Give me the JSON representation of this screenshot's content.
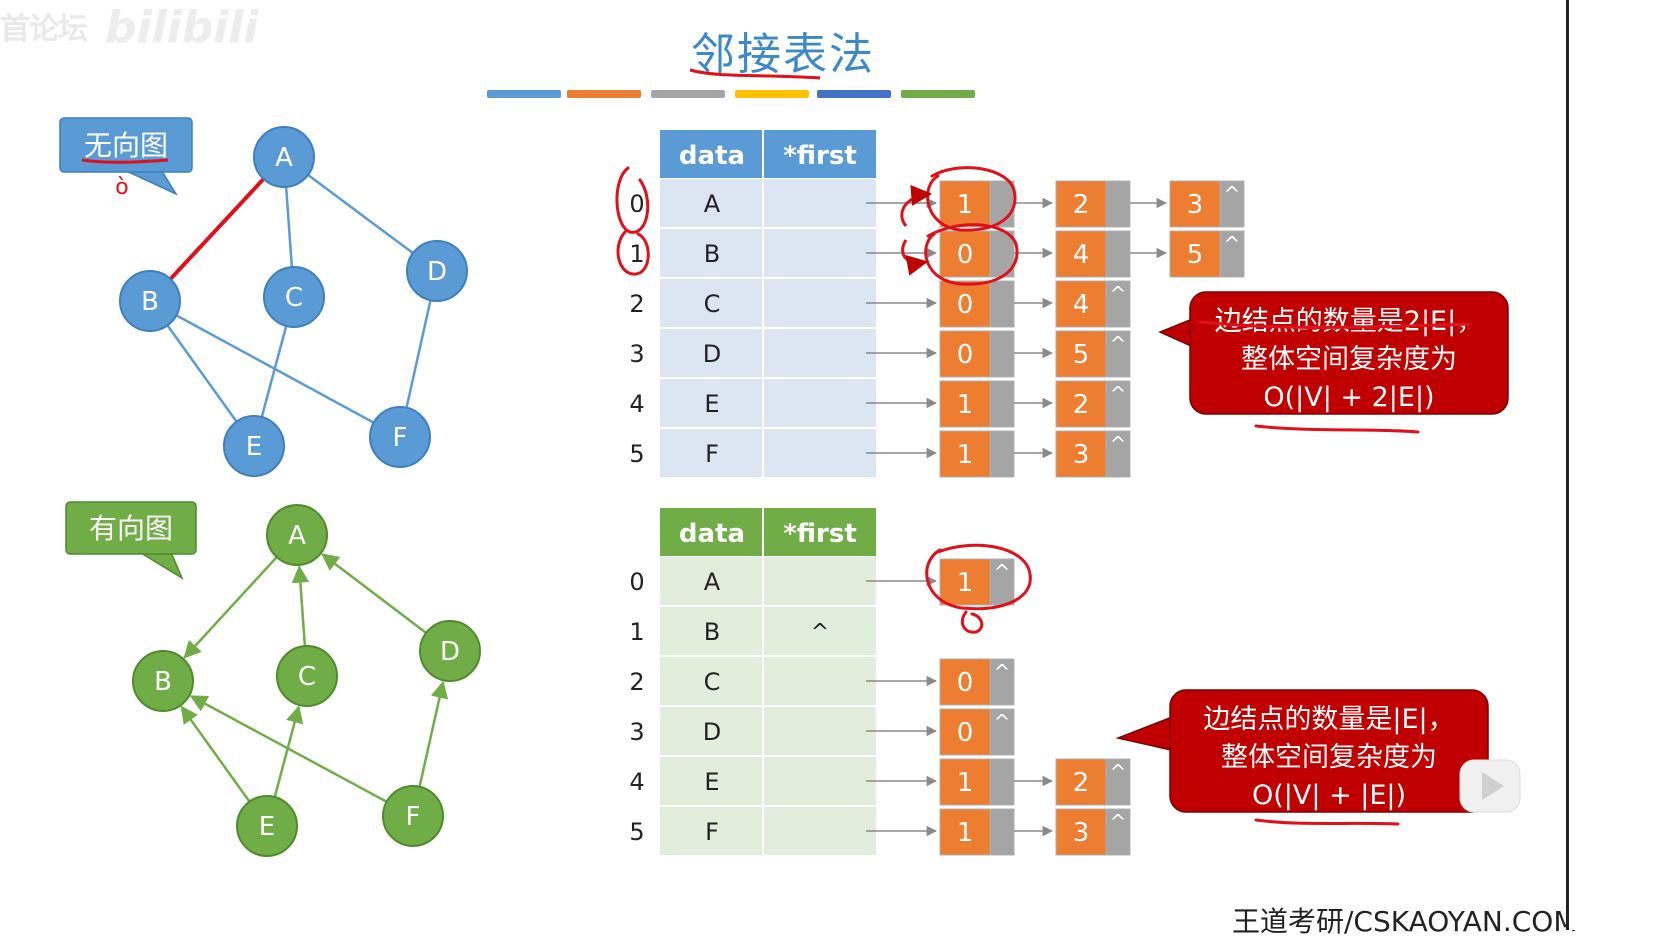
{
  "watermark": {
    "text": "首论坛"
  },
  "title": "邻接表法",
  "footer": "王道考研/CSKAOYAN.COM",
  "colors": {
    "blue": "#5b9bd5",
    "blue_dark": "#3d7fbf",
    "green": "#70ad47",
    "green_dark": "#4f8a2c",
    "orange": "#ed7d31",
    "gray": "#a5a5a5",
    "red": "#c00000",
    "header_blue": "#5b9bd5",
    "header_green": "#70ad47",
    "row_blue": "#dce6f2",
    "row_green": "#e2eedc",
    "bars": [
      "#5b9bd5",
      "#ed7d31",
      "#a5a5a5",
      "#ffc000",
      "#4472c4",
      "#70ad47"
    ]
  },
  "undirected": {
    "label": "无向图",
    "annotation": "ò",
    "nodes": [
      "A",
      "B",
      "C",
      "D",
      "E",
      "F"
    ],
    "edges": [
      [
        "A",
        "B"
      ],
      [
        "A",
        "C"
      ],
      [
        "A",
        "D"
      ],
      [
        "B",
        "E"
      ],
      [
        "B",
        "F"
      ],
      [
        "C",
        "E"
      ],
      [
        "D",
        "F"
      ]
    ]
  },
  "directed": {
    "label": "有向图",
    "nodes": [
      "A",
      "B",
      "C",
      "D",
      "E",
      "F"
    ],
    "arcs": [
      [
        "A",
        "B"
      ],
      [
        "C",
        "A"
      ],
      [
        "D",
        "A"
      ],
      [
        "E",
        "B"
      ],
      [
        "E",
        "C"
      ],
      [
        "F",
        "B"
      ],
      [
        "F",
        "D"
      ]
    ]
  },
  "table_undirected": {
    "headers": [
      "data",
      "*first"
    ],
    "rows": [
      {
        "index": "0",
        "data": "A",
        "first": "",
        "list": [
          "1",
          "2",
          "3"
        ]
      },
      {
        "index": "1",
        "data": "B",
        "first": "",
        "list": [
          "0",
          "4",
          "5"
        ]
      },
      {
        "index": "2",
        "data": "C",
        "first": "",
        "list": [
          "0",
          "4"
        ]
      },
      {
        "index": "3",
        "data": "D",
        "first": "",
        "list": [
          "0",
          "5"
        ]
      },
      {
        "index": "4",
        "data": "E",
        "first": "",
        "list": [
          "1",
          "2"
        ]
      },
      {
        "index": "5",
        "data": "F",
        "first": "",
        "list": [
          "1",
          "3"
        ]
      }
    ],
    "null_symbol": "^"
  },
  "table_directed": {
    "headers": [
      "data",
      "*first"
    ],
    "rows": [
      {
        "index": "0",
        "data": "A",
        "first": "",
        "list": [
          "1"
        ]
      },
      {
        "index": "1",
        "data": "B",
        "first": "^",
        "list": []
      },
      {
        "index": "2",
        "data": "C",
        "first": "",
        "list": [
          "0"
        ]
      },
      {
        "index": "3",
        "data": "D",
        "first": "",
        "list": [
          "0"
        ]
      },
      {
        "index": "4",
        "data": "E",
        "first": "",
        "list": [
          "1",
          "2"
        ]
      },
      {
        "index": "5",
        "data": "F",
        "first": "",
        "list": [
          "1",
          "3"
        ]
      }
    ],
    "null_symbol": "^"
  },
  "callout_undirected": [
    "边结点的数量是2|E|，",
    "整体空间复杂度为",
    "O(|V| + 2|E|)"
  ],
  "callout_directed": [
    "边结点的数量是|E|，",
    "整体空间复杂度为",
    "O(|V| + |E|)"
  ]
}
